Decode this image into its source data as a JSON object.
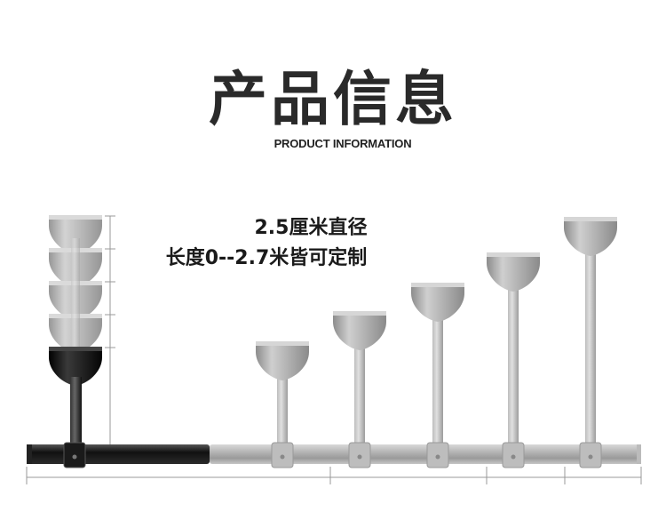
{
  "header": {
    "title": "产品信息",
    "subtitle": "PRODUCT INFORMATION"
  },
  "spec": {
    "line1": "2.5厘米直径",
    "line2": "长度0--2.7米皆可定制"
  },
  "colors": {
    "rod_gray": "#a9a9a9",
    "rod_black": "#111111",
    "cup_gray": "#9a9a9a",
    "cup_black": "#0d0d0d"
  }
}
